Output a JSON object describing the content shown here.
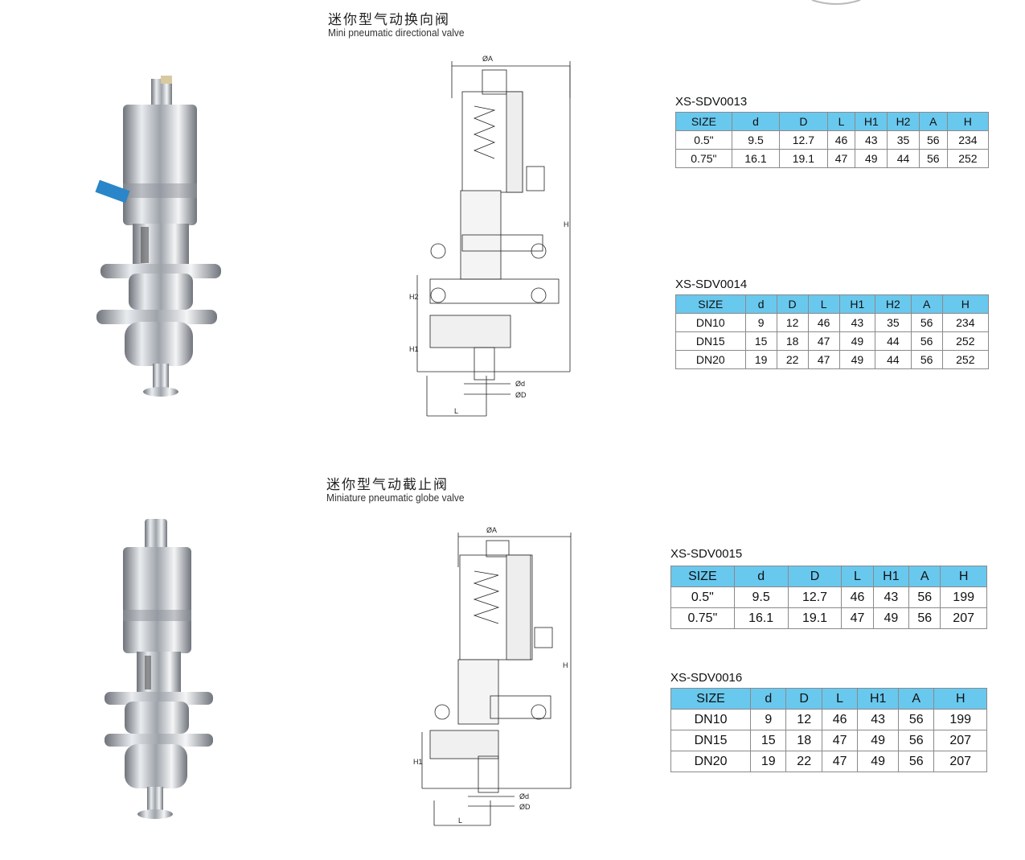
{
  "section1": {
    "title_cn": "迷你型气动换向阀",
    "title_en": "Mini pneumatic directional valve",
    "tables": [
      {
        "model": "XS-SDV0013",
        "headers": [
          "SIZE",
          "d",
          "D",
          "L",
          "H1",
          "H2",
          "A",
          "H"
        ],
        "rows": [
          [
            "0.5\"",
            "9.5",
            "12.7",
            "46",
            "43",
            "35",
            "56",
            "234"
          ],
          [
            "0.75\"",
            "16.1",
            "19.1",
            "47",
            "49",
            "44",
            "56",
            "252"
          ]
        ]
      },
      {
        "model": "XS-SDV0014",
        "headers": [
          "SIZE",
          "d",
          "D",
          "L",
          "H1",
          "H2",
          "A",
          "H"
        ],
        "rows": [
          [
            "DN10",
            "9",
            "12",
            "46",
            "43",
            "35",
            "56",
            "234"
          ],
          [
            "DN15",
            "15",
            "18",
            "47",
            "49",
            "44",
            "56",
            "252"
          ],
          [
            "DN20",
            "19",
            "22",
            "47",
            "49",
            "44",
            "56",
            "252"
          ]
        ]
      }
    ],
    "drawing_labels": {
      "a": "ØA",
      "h": "H",
      "h1": "H1",
      "h2": "H2",
      "d": "Ød",
      "dd": "ØD",
      "l": "L"
    }
  },
  "section2": {
    "title_cn": "迷你型气动截止阀",
    "title_en": "Miniature pneumatic globe valve",
    "tables": [
      {
        "model": "XS-SDV0015",
        "headers": [
          "SIZE",
          "d",
          "D",
          "L",
          "H1",
          "A",
          "H"
        ],
        "rows": [
          [
            "0.5\"",
            "9.5",
            "12.7",
            "46",
            "43",
            "56",
            "199"
          ],
          [
            "0.75\"",
            "16.1",
            "19.1",
            "47",
            "49",
            "56",
            "207"
          ]
        ]
      },
      {
        "model": "XS-SDV0016",
        "headers": [
          "SIZE",
          "d",
          "D",
          "L",
          "H1",
          "A",
          "H"
        ],
        "rows": [
          [
            "DN10",
            "9",
            "12",
            "46",
            "43",
            "56",
            "199"
          ],
          [
            "DN15",
            "15",
            "18",
            "47",
            "49",
            "56",
            "207"
          ],
          [
            "DN20",
            "19",
            "22",
            "47",
            "49",
            "56",
            "207"
          ]
        ]
      }
    ],
    "drawing_labels": {
      "a": "ØA",
      "h": "H",
      "h1": "H1",
      "d": "Ød",
      "dd": "ØD",
      "l": "L"
    }
  },
  "colors": {
    "header_bg": "#69c8ee",
    "border": "#8a8a8a",
    "steel": "#b8bcc2",
    "fitting_blue": "#2a86c8"
  }
}
